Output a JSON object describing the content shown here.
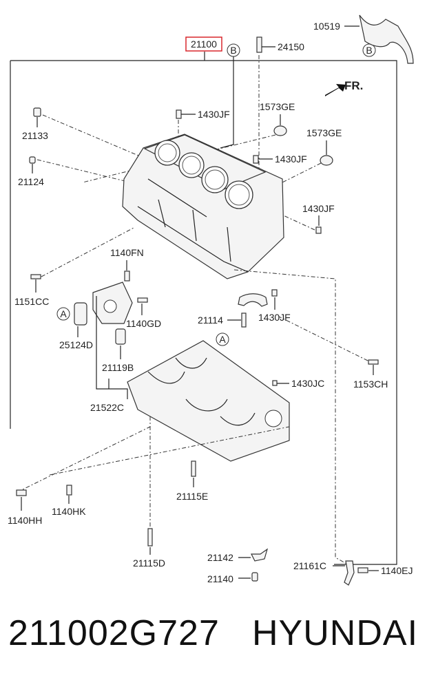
{
  "colors": {
    "highlight": "#d9262c",
    "ink": "#222222"
  },
  "diagram": {
    "highlighted_part": "21100",
    "direction_label": "FR.",
    "ref_a": "A",
    "ref_b": "B",
    "labels": {
      "p10519": "10519",
      "p24150": "24150",
      "p1430jf_top": "1430JF",
      "p1573ge_1": "1573GE",
      "p1573ge_2": "1573GE",
      "p1430jf_mid": "1430JF",
      "p1430jf_right": "1430JF",
      "p21133": "21133",
      "p21124": "21124",
      "p1140fn": "1140FN",
      "p1151cc": "1151CC",
      "p1140gd": "1140GD",
      "p25124d": "25124D",
      "p21119b": "21119B",
      "p21522c": "21522C",
      "p21114": "21114",
      "p1430jf_low": "1430JF",
      "p1430jc": "1430JC",
      "p1153ch": "1153CH",
      "p21115e": "21115E",
      "p1140hh": "1140HH",
      "p1140hk": "1140HK",
      "p21115d": "21115D",
      "p21142": "21142",
      "p21140": "21140",
      "p21161c": "21161C",
      "p1140ej": "1140EJ"
    }
  },
  "footer": {
    "part_number": "211002G727",
    "brand": "HYUNDAI"
  }
}
